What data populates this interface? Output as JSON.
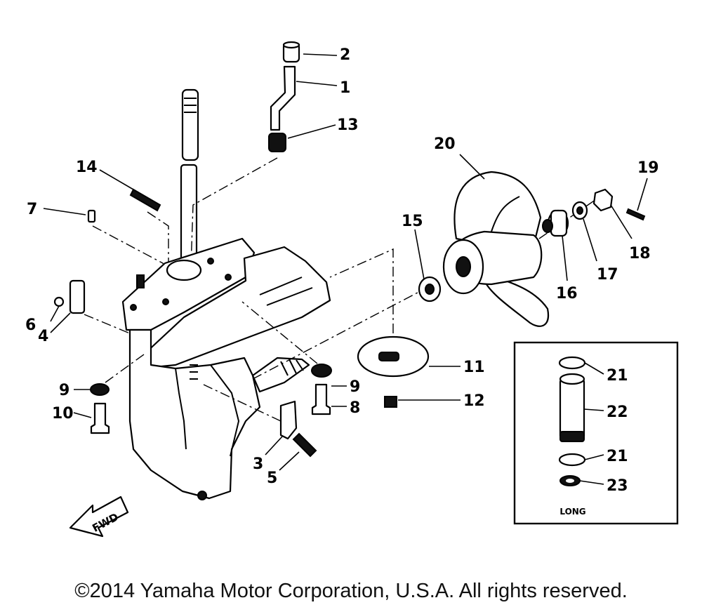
{
  "callouts": {
    "c1": "1",
    "c2": "2",
    "c3": "3",
    "c4": "4",
    "c5": "5",
    "c6": "6",
    "c7": "7",
    "c8": "8",
    "c9a": "9",
    "c9b": "9",
    "c10": "10",
    "c11": "11",
    "c12": "12",
    "c13": "13",
    "c14": "14",
    "c15": "15",
    "c16": "16",
    "c17": "17",
    "c18": "18",
    "c19": "19",
    "c20": "20",
    "c21a": "21",
    "c21b": "21",
    "c22": "22",
    "c23": "23"
  },
  "fwd_label": "FWD",
  "inset_label": "LONG",
  "copyright": "©2014 Yamaha Motor Corporation, U.S.A. All rights reserved."
}
